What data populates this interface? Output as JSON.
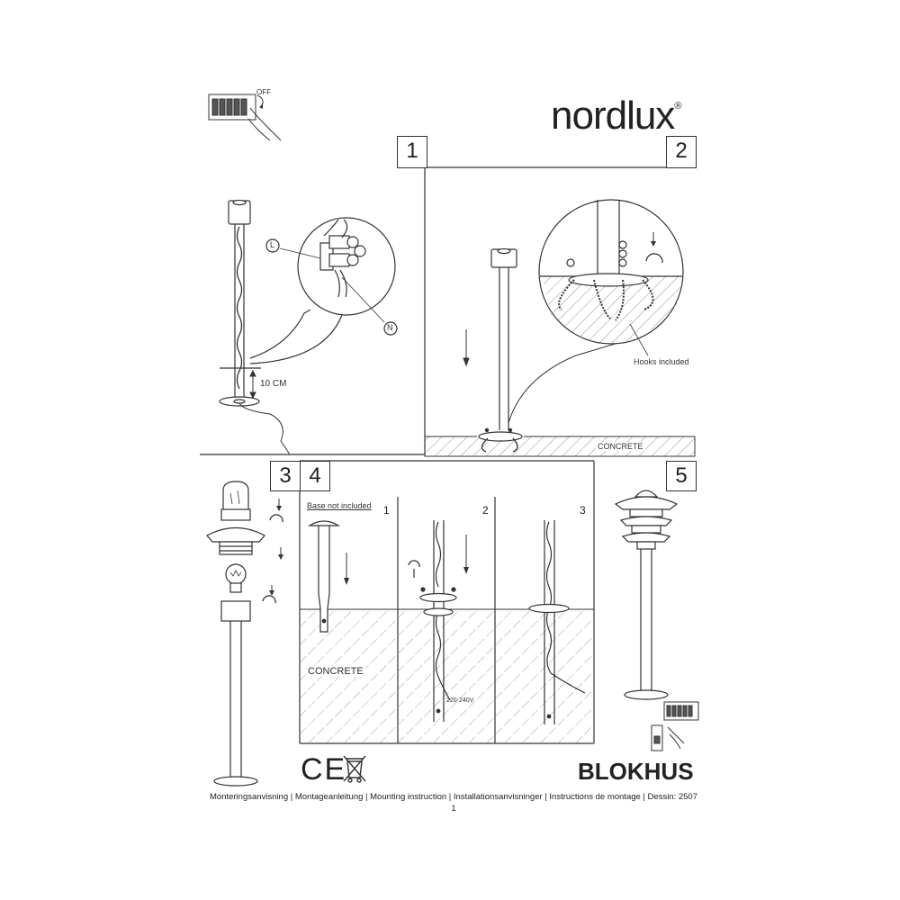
{
  "brand": {
    "name": "nordlux",
    "mark": "®"
  },
  "power": {
    "switch_label": "OFF"
  },
  "steps": {
    "s1": "1",
    "s2": "2",
    "s3": "3",
    "s4": "4",
    "s5": "5",
    "sub1": "1",
    "sub2": "2",
    "sub3": "3"
  },
  "step1": {
    "measure": "10 CM",
    "live_label": "L",
    "neutral_label": "N"
  },
  "step2": {
    "hooks_label": "Hooks included",
    "ground_label": "CONCRETE"
  },
  "step4": {
    "base_note": "Base not included",
    "ground_label": "CONCRETE",
    "voltage": "220-240V"
  },
  "product_name": "BLOKHUS",
  "marks": {
    "ce": "CE"
  },
  "footer": {
    "text": "Monteringsanvisning | Montageanleitung | Mounting instruction | Installationsanvisninger | Instructions de montage | Dessin: 2507",
    "page": "1"
  }
}
